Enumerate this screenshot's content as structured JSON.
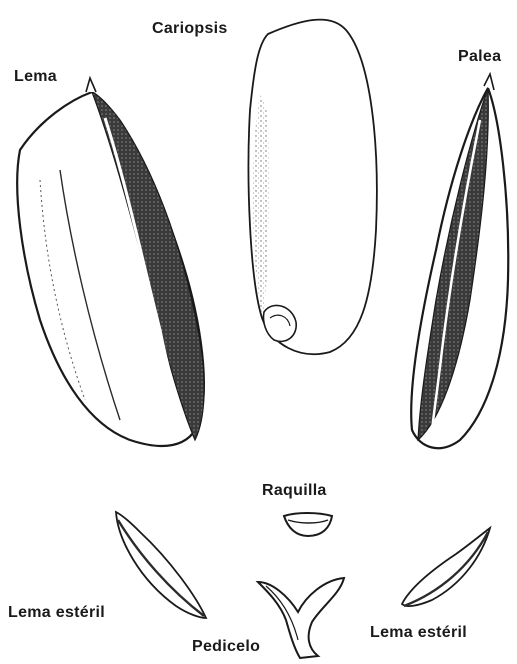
{
  "figure": {
    "labels": {
      "cariopsis": "Cariopsis",
      "lema": "Lema",
      "palea": "Palea",
      "raquilla": "Raquilla",
      "lema_esteril_left": "Lema estéril",
      "lema_esteril_right": "Lema estéril",
      "pedicelo": "Pedicelo"
    },
    "colors": {
      "ink": "#1a1a1a",
      "shade": "#2b2b2b",
      "paper": "#ffffff"
    }
  }
}
